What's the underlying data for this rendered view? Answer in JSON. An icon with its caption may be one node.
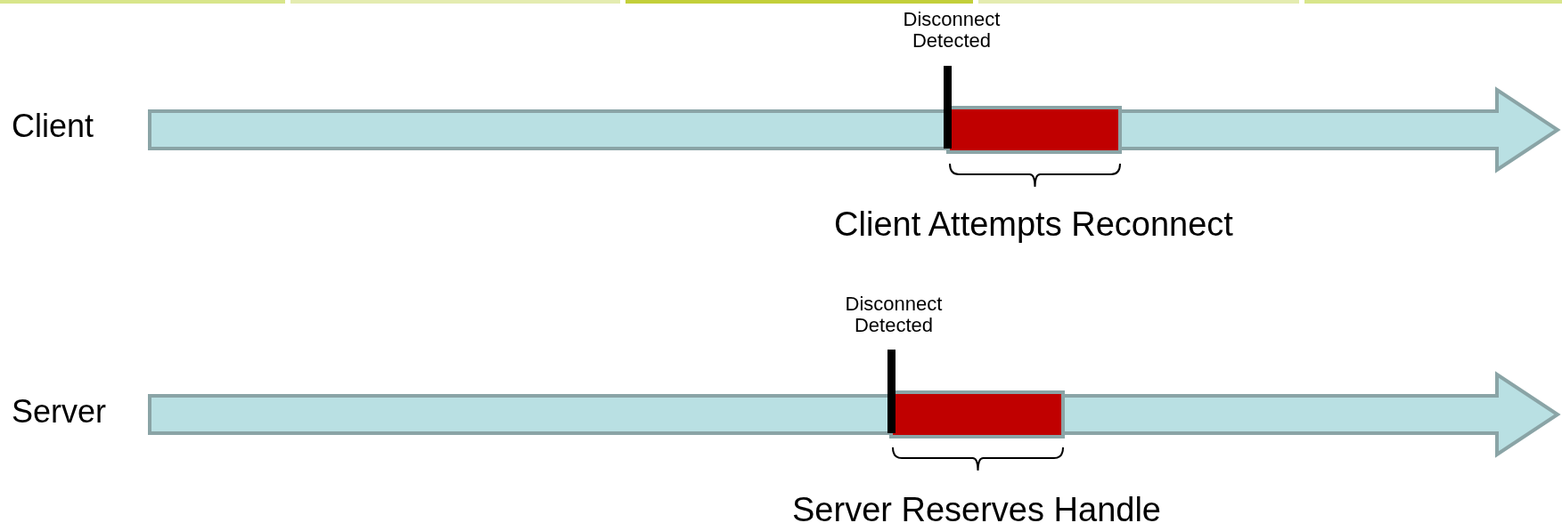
{
  "diagram": {
    "nodes": [
      {
        "text": [],
        "shape": "bar"
      },
      {
        "text": [],
        "shape": "bar"
      }
    ],
    "labels": [
      "Disconnect Detected",
      "Client",
      "Client Attempts Reconnect",
      "Disconnect Detected",
      "Server",
      "Server Reserves Handle"
    ]
  }
}
